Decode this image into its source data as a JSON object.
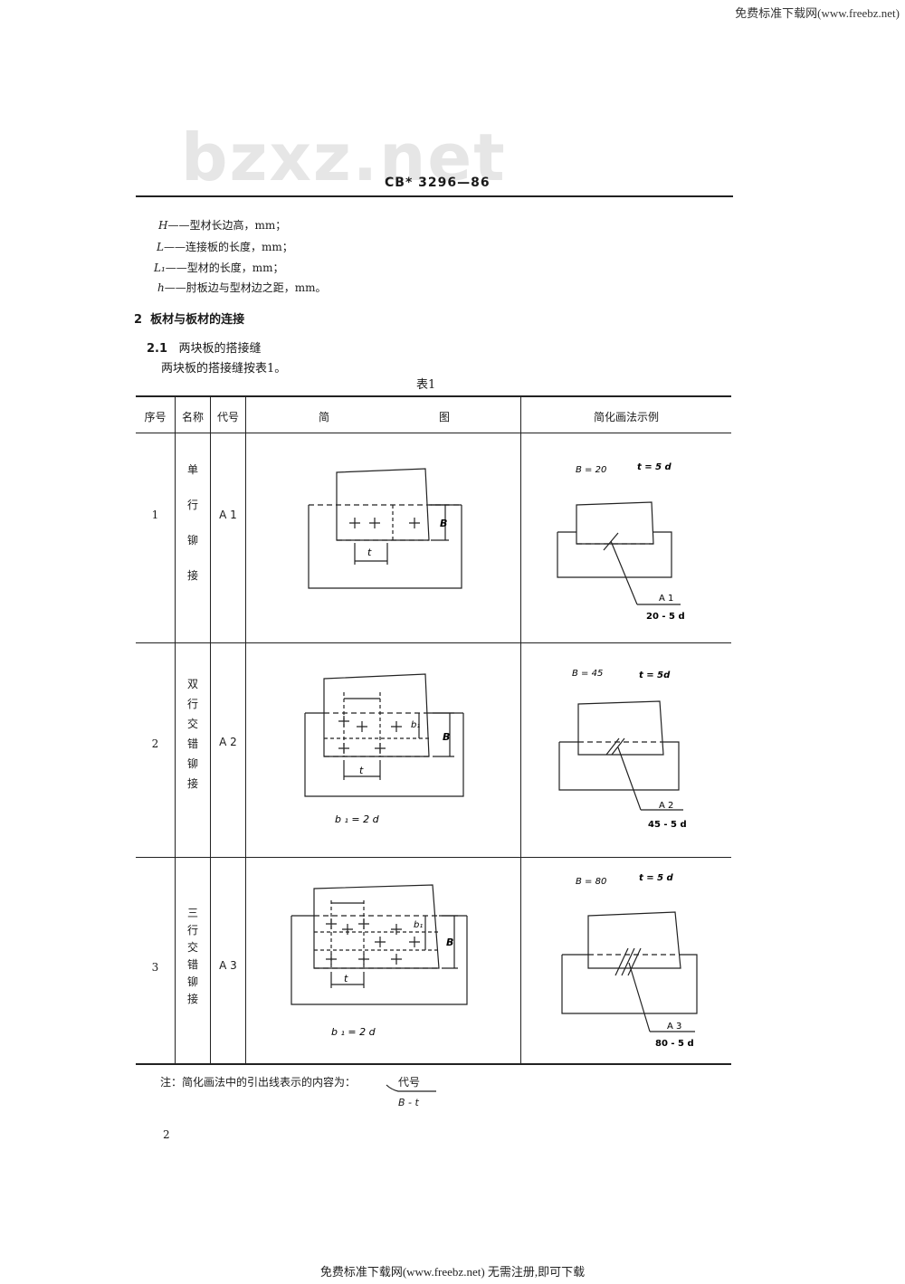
{
  "header": {
    "site_text": "免费标准下载网(www.freebz.net)",
    "watermark": "bzxz.net",
    "standard_number": "CB* 3296—86"
  },
  "definitions": [
    {
      "symbol": "H",
      "text": "——型材长边高，mm；"
    },
    {
      "symbol": "L",
      "text": "——连接板的长度，mm；"
    },
    {
      "symbol": "L₁",
      "text": "——型材的长度，mm；"
    },
    {
      "symbol": "h",
      "text": "——肘板边与型材边之距，mm。"
    }
  ],
  "section": {
    "number": "2",
    "title": "板材与板材的连接"
  },
  "subsection": {
    "number": "2.1",
    "title": "两块板的搭接缝",
    "body": "两块板的搭接缝按表1。"
  },
  "table": {
    "title": "表1",
    "headers": [
      "序号",
      "名称",
      "代号",
      "简",
      "图",
      "简化画法示例"
    ],
    "rows": [
      {
        "no": "1",
        "name": [
          "单",
          "行",
          "铆",
          "接"
        ],
        "code": "A 1",
        "sketch_labels": {
          "pitch": "t",
          "width": "B"
        },
        "example": {
          "b_label": "B = 20",
          "t_label": "t = 5 d",
          "code": "A 1",
          "spec": "20 - 5 d"
        }
      },
      {
        "no": "2",
        "name": [
          "双",
          "行",
          "交",
          "错",
          "铆",
          "接"
        ],
        "code": "A 2",
        "sketch_labels": {
          "pitch": "t",
          "width": "B",
          "b1": "b₁",
          "caption": "b ₁ = 2 d"
        },
        "example": {
          "b_label": "B = 45",
          "t_label": "t = 5d",
          "code": "A 2",
          "spec": "45 - 5 d"
        }
      },
      {
        "no": "3",
        "name": [
          "三",
          "行",
          "交",
          "错",
          "铆",
          "接"
        ],
        "code": "A 3",
        "sketch_labels": {
          "pitch": "t",
          "width": "B",
          "b1": "b₁",
          "caption": "b ₁ = 2 d"
        },
        "example": {
          "b_label": "B = 80",
          "t_label": "t = 5 d",
          "code": "A 3",
          "spec": "80 - 5 d"
        }
      }
    ]
  },
  "note": {
    "text": "注：简化画法中的引出线表示的内容为：",
    "top": "代号",
    "bottom": "B - t"
  },
  "page_number": "2",
  "footer": "免费标准下载网(www.freebz.net) 无需注册,即可下载"
}
